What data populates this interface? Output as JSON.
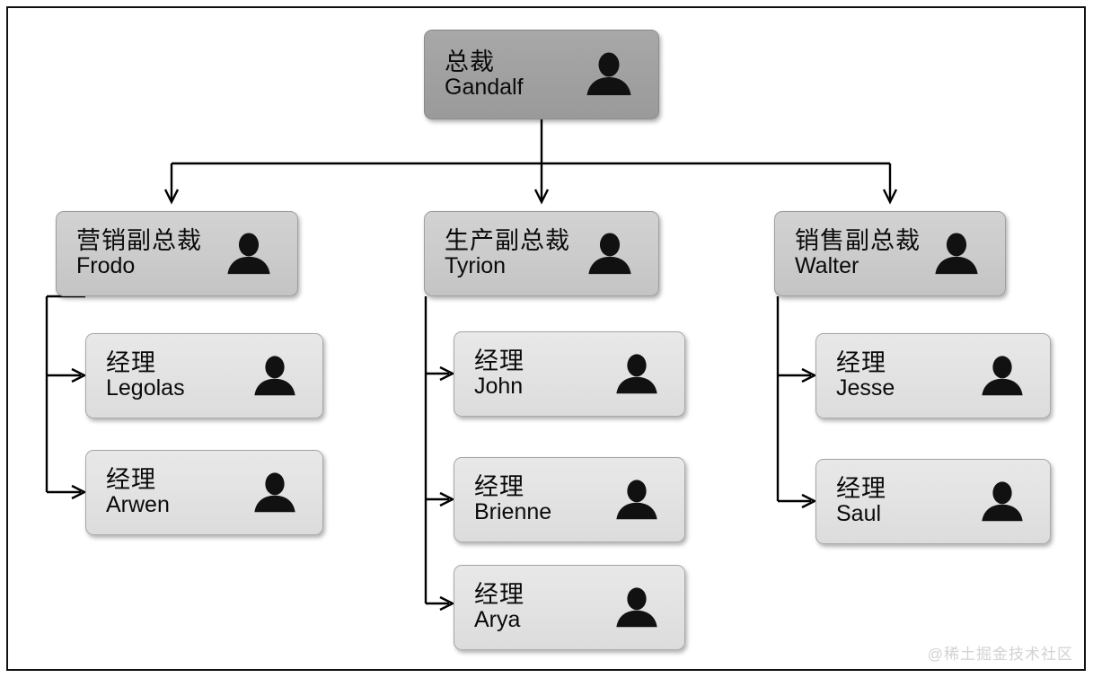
{
  "chart_data": {
    "type": "diagram",
    "diagram_type": "org-chart",
    "title": "",
    "orientation": "top-down-then-left-right",
    "levels": [
      "root",
      "vp",
      "manager"
    ],
    "nodes": [
      {
        "id": "root",
        "role": "总裁",
        "person": "Gandalf",
        "level": "root",
        "icon": "person-silhouette-icon"
      },
      {
        "id": "vp-mkt",
        "role": "营销副总裁",
        "person": "Frodo",
        "level": "vp",
        "icon": "person-silhouette-icon"
      },
      {
        "id": "vp-prod",
        "role": "生产副总裁",
        "person": "Tyrion",
        "level": "vp",
        "icon": "person-silhouette-icon"
      },
      {
        "id": "vp-sales",
        "role": "销售副总裁",
        "person": "Walter",
        "level": "vp",
        "icon": "person-silhouette-icon"
      },
      {
        "id": "mgr-legolas",
        "role": "经理",
        "person": "Legolas",
        "level": "manager",
        "icon": "person-silhouette-icon"
      },
      {
        "id": "mgr-arwen",
        "role": "经理",
        "person": "Arwen",
        "level": "manager",
        "icon": "person-silhouette-icon"
      },
      {
        "id": "mgr-john",
        "role": "经理",
        "person": "John",
        "level": "manager",
        "icon": "person-silhouette-icon"
      },
      {
        "id": "mgr-brienne",
        "role": "经理",
        "person": "Brienne",
        "level": "manager",
        "icon": "person-silhouette-icon"
      },
      {
        "id": "mgr-arya",
        "role": "经理",
        "person": "Arya",
        "level": "manager",
        "icon": "person-silhouette-icon"
      },
      {
        "id": "mgr-jesse",
        "role": "经理",
        "person": "Jesse",
        "level": "manager",
        "icon": "person-silhouette-icon"
      },
      {
        "id": "mgr-saul",
        "role": "经理",
        "person": "Saul",
        "level": "manager",
        "icon": "person-silhouette-icon"
      }
    ],
    "edges": [
      {
        "from": "root",
        "to": "vp-mkt"
      },
      {
        "from": "root",
        "to": "vp-prod"
      },
      {
        "from": "root",
        "to": "vp-sales"
      },
      {
        "from": "vp-mkt",
        "to": "mgr-legolas"
      },
      {
        "from": "vp-mkt",
        "to": "mgr-arwen"
      },
      {
        "from": "vp-prod",
        "to": "mgr-john"
      },
      {
        "from": "vp-prod",
        "to": "mgr-brienne"
      },
      {
        "from": "vp-prod",
        "to": "mgr-arya"
      },
      {
        "from": "vp-sales",
        "to": "mgr-jesse"
      },
      {
        "from": "vp-sales",
        "to": "mgr-saul"
      }
    ],
    "colors": {
      "root_fill": "#a0a0a0",
      "vp_fill": "#cbcbcb",
      "manager_fill": "#e2e2e2",
      "edge": "#000000",
      "text": "#0a0a0a",
      "border": "#111111",
      "background": "#ffffff",
      "watermark": "#d2d2d2"
    }
  },
  "nodes": {
    "root": {
      "role": "总裁",
      "person": "Gandalf"
    },
    "vp_marketing": {
      "role": "营销副总裁",
      "person": "Frodo"
    },
    "vp_production": {
      "role": "生产副总裁",
      "person": "Tyrion"
    },
    "vp_sales": {
      "role": "销售副总裁",
      "person": "Walter"
    },
    "mgr_legolas": {
      "role": "经理",
      "person": "Legolas"
    },
    "mgr_arwen": {
      "role": "经理",
      "person": "Arwen"
    },
    "mgr_john": {
      "role": "经理",
      "person": "John"
    },
    "mgr_brienne": {
      "role": "经理",
      "person": "Brienne"
    },
    "mgr_arya": {
      "role": "经理",
      "person": "Arya"
    },
    "mgr_jesse": {
      "role": "经理",
      "person": "Jesse"
    },
    "mgr_saul": {
      "role": "经理",
      "person": "Saul"
    }
  },
  "watermark": {
    "text": "@稀土掘金技术社区"
  }
}
